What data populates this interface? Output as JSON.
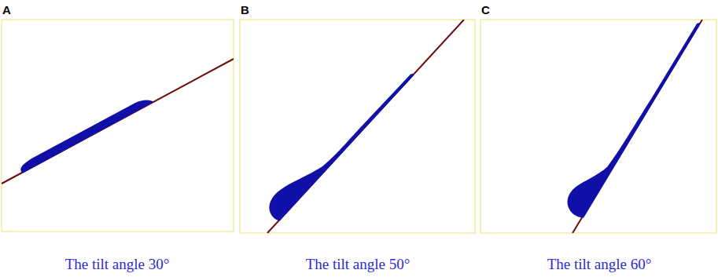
{
  "diagram": {
    "labels": [
      "A",
      "B",
      "C",
      "The tilt angle 30°",
      "The tilt angle 50°",
      "The tilt angle 60°"
    ]
  }
}
